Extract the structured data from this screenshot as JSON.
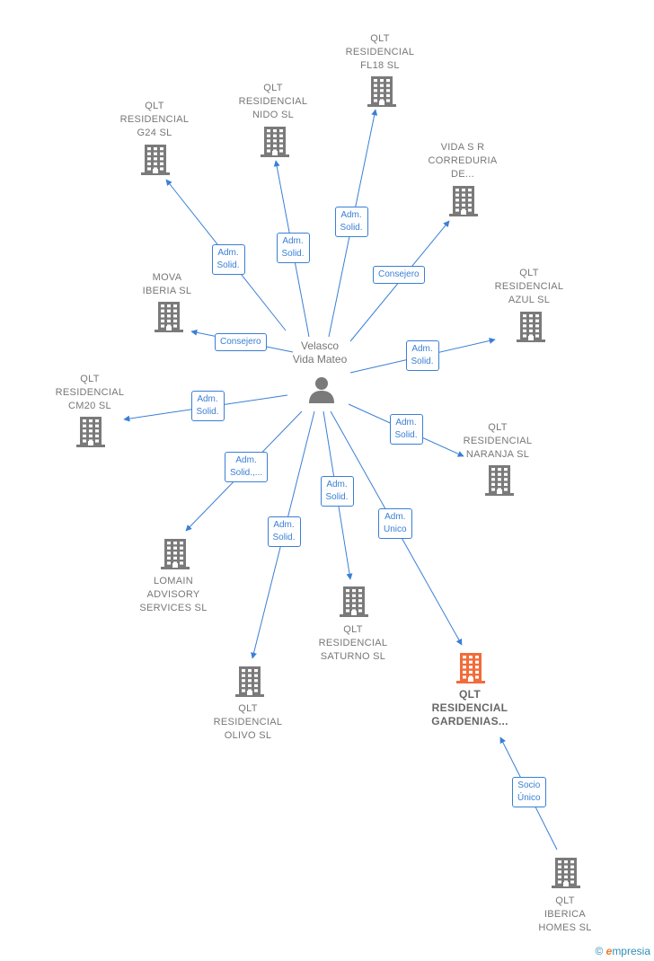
{
  "colors": {
    "edge": "#3a7fd5",
    "node": "#7a7a7a",
    "highlight": "#f26b3a"
  },
  "center": {
    "lines": [
      "Velasco",
      "Vida Mateo"
    ],
    "icon": "person-icon"
  },
  "nodes": [
    {
      "id": "fl18",
      "lines": [
        "QLT",
        "RESIDENCIAL",
        "FL18  SL"
      ],
      "label_pos": "above"
    },
    {
      "id": "nido",
      "lines": [
        "QLT",
        "RESIDENCIAL",
        "NIDO  SL"
      ],
      "label_pos": "above"
    },
    {
      "id": "g24",
      "lines": [
        "QLT",
        "RESIDENCIAL",
        "G24  SL"
      ],
      "label_pos": "above"
    },
    {
      "id": "vida",
      "lines": [
        "VIDA S R",
        "CORREDURIA",
        "DE..."
      ],
      "label_pos": "above"
    },
    {
      "id": "mova",
      "lines": [
        "MOVA",
        "IBERIA SL"
      ],
      "label_pos": "above"
    },
    {
      "id": "azul",
      "lines": [
        "QLT",
        "RESIDENCIAL",
        "AZUL  SL"
      ],
      "label_pos": "above"
    },
    {
      "id": "cm20",
      "lines": [
        "QLT",
        "RESIDENCIAL",
        "CM20  SL"
      ],
      "label_pos": "above"
    },
    {
      "id": "naranja",
      "lines": [
        "QLT",
        "RESIDENCIAL",
        "NARANJA  SL"
      ],
      "label_pos": "above"
    },
    {
      "id": "lomain",
      "lines": [
        "LOMAIN",
        "ADVISORY",
        "SERVICES  SL"
      ],
      "label_pos": "below"
    },
    {
      "id": "saturno",
      "lines": [
        "QLT",
        "RESIDENCIAL",
        "SATURNO  SL"
      ],
      "label_pos": "below"
    },
    {
      "id": "gardenias",
      "lines": [
        "QLT",
        "RESIDENCIAL",
        "GARDENIAS..."
      ],
      "label_pos": "below",
      "highlight": true
    },
    {
      "id": "olivo",
      "lines": [
        "QLT",
        "RESIDENCIAL",
        "OLIVO  SL"
      ],
      "label_pos": "below"
    },
    {
      "id": "iberica",
      "lines": [
        "QLT",
        "IBERICA",
        "HOMES  SL"
      ],
      "label_pos": "below"
    }
  ],
  "edges": [
    {
      "from": "center",
      "to": "fl18",
      "label": [
        "Adm.",
        "Solid."
      ]
    },
    {
      "from": "center",
      "to": "nido",
      "label": [
        "Adm.",
        "Solid."
      ]
    },
    {
      "from": "center",
      "to": "g24",
      "label": [
        "Adm.",
        "Solid."
      ]
    },
    {
      "from": "center",
      "to": "vida",
      "label": [
        "Consejero"
      ]
    },
    {
      "from": "center",
      "to": "mova",
      "label": [
        "Consejero"
      ]
    },
    {
      "from": "center",
      "to": "azul",
      "label": [
        "Adm.",
        "Solid."
      ]
    },
    {
      "from": "center",
      "to": "cm20",
      "label": [
        "Adm.",
        "Solid."
      ]
    },
    {
      "from": "center",
      "to": "naranja",
      "label": [
        "Adm.",
        "Solid."
      ]
    },
    {
      "from": "center",
      "to": "lomain",
      "label": [
        "Adm.",
        "Solid.,..."
      ]
    },
    {
      "from": "center",
      "to": "saturno",
      "label": [
        "Adm.",
        "Solid."
      ]
    },
    {
      "from": "center",
      "to": "gardenias",
      "label": [
        "Adm.",
        "Unico"
      ]
    },
    {
      "from": "center",
      "to": "olivo",
      "label": [
        "Adm.",
        "Solid."
      ]
    },
    {
      "from": "iberica",
      "to": "gardenias",
      "label": [
        "Socio",
        "Único"
      ]
    }
  ],
  "footer": {
    "copyright": "©",
    "brand_initial": "e",
    "brand_rest": "mpresia"
  }
}
